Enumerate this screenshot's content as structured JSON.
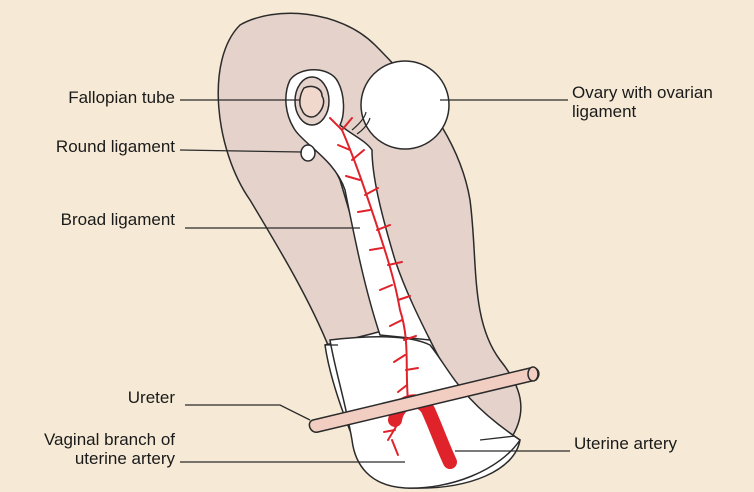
{
  "labels": {
    "fallopian_tube": "Fallopian tube",
    "round_ligament": "Round ligament",
    "broad_ligament": "Broad ligament",
    "ovary_line1": "Ovary with ovarian",
    "ovary_line2": "ligament",
    "ureter": "Ureter",
    "vaginal_branch_line1": "Vaginal branch of",
    "vaginal_branch_line2": "uterine artery",
    "uterine_artery": "Uterine artery"
  },
  "colors": {
    "background": "#f6ead6",
    "ligament_fill": "#e4d2cb",
    "outline": "#2b2b2b",
    "artery": "#e0232b",
    "ureter_fill": "#f2cdc1",
    "white": "#ffffff"
  }
}
